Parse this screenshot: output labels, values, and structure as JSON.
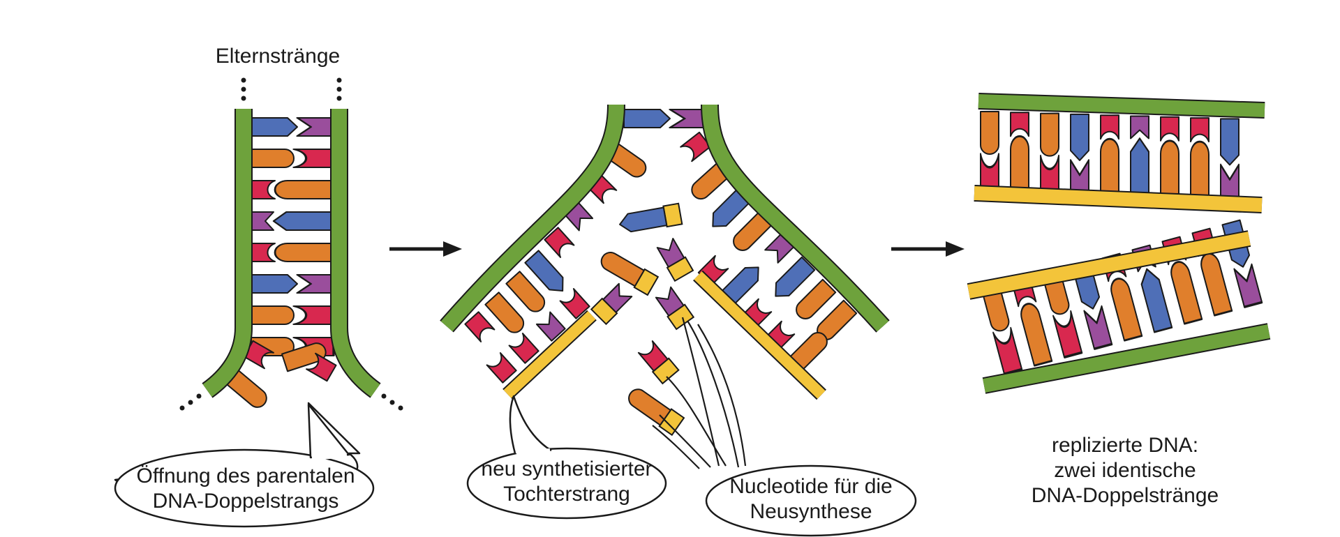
{
  "labels": {
    "parent_strands": "Elternstränge",
    "opening": [
      "Öffnung des parentalen",
      "DNA-Doppelstrangs"
    ],
    "daughter": [
      "neu synthetisierter",
      "Tochterstrang"
    ],
    "nucleotides": [
      "Nucleotide für die",
      "Neusynthese"
    ],
    "replicated": [
      "replizierte DNA:",
      "zwei identische",
      "DNA-Doppelstränge"
    ]
  },
  "colors": {
    "backbone_parent": "#6ea23c",
    "backbone_new": "#f3c43a",
    "base_orange": "#e07f2c",
    "base_blue": "#4f6fb7",
    "base_red": "#d8284f",
    "base_purple": "#9a4e9c",
    "outline": "#1a1a1a",
    "arrow": "#1a1a1a"
  }
}
